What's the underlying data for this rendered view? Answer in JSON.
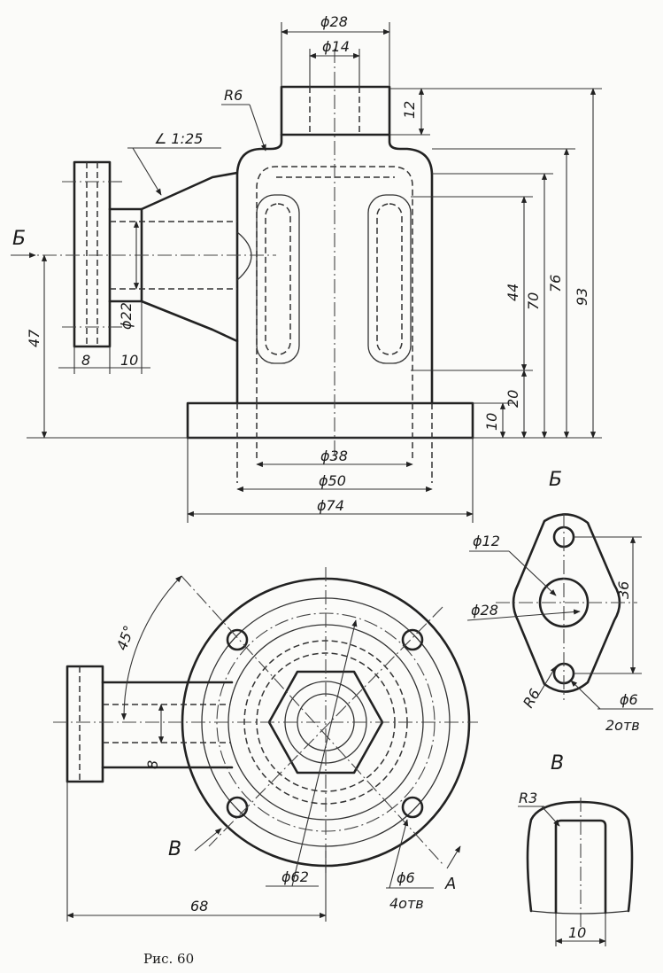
{
  "caption": "Рис. 60",
  "front_view": {
    "dims": {
      "d28": "ϕ28",
      "d14": "ϕ14",
      "r6": "R6",
      "taper": "∠ 1:25",
      "h12": "12",
      "h93": "93",
      "h76": "76",
      "h70": "70",
      "h44": "44",
      "h20": "20",
      "h10": "10",
      "h47": "47",
      "d22": "ϕ22",
      "w8": "8",
      "w10": "10",
      "d38": "ϕ38",
      "d50": "ϕ50",
      "d74": "ϕ74"
    },
    "section_mark": "Б"
  },
  "top_view": {
    "dims": {
      "angle": "45°",
      "d62": "ϕ62",
      "d6": "ϕ6",
      "holes": "4отв",
      "w68": "68",
      "w8": "8"
    },
    "view_mark_v": "В",
    "view_mark_a": "A"
  },
  "view_b": {
    "title": "Б",
    "dims": {
      "d12": "ϕ12",
      "d28": "ϕ28",
      "h36": "36",
      "r6": "R6",
      "d6": "ϕ6",
      "holes": "2отв"
    }
  },
  "view_v": {
    "title": "В",
    "dims": {
      "r3": "R3",
      "w10": "10"
    }
  }
}
